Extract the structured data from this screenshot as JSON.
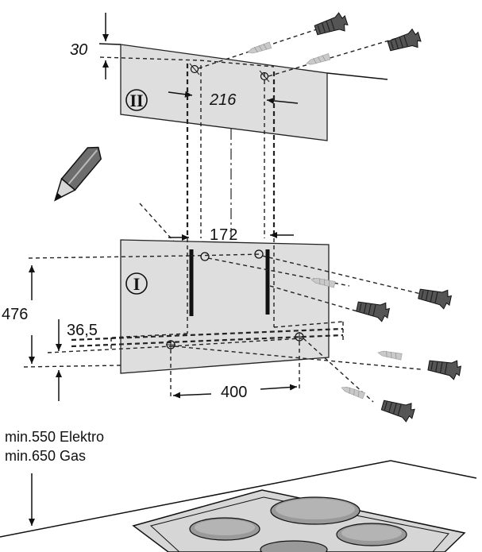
{
  "dimensions": {
    "top_offset": "30",
    "upper_spacing": "216",
    "lower_spacing": "172",
    "height": "476",
    "offset": "36,5",
    "lower_width": "400"
  },
  "panels": {
    "upper_label": "II",
    "lower_label": "I"
  },
  "notes": {
    "min_electric": "min.550 Elektro",
    "min_gas": "min.650 Gas"
  },
  "icons": [
    "pencil-icon",
    "wall-plug-icon",
    "cooktop-icon"
  ]
}
